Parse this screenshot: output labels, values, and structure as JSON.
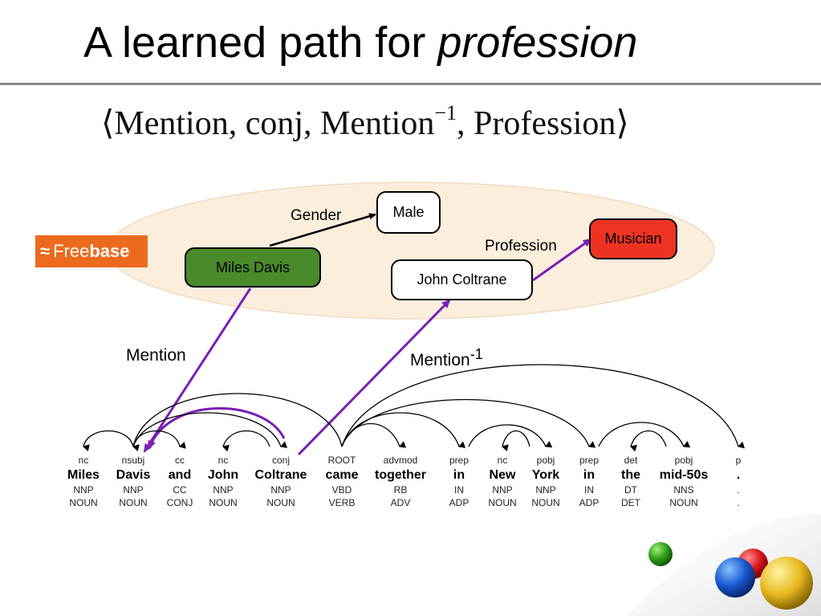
{
  "title": {
    "text": "A learned path for ",
    "italic": "profession"
  },
  "formula": {
    "left": "⟨Mention, conj, Mention",
    "sup": "−1",
    "right": ", Profession⟩"
  },
  "freebase": {
    "mark": "≈",
    "free": "Free",
    "base": "base"
  },
  "kb_nodes": {
    "miles_davis": {
      "label": "Miles Davis",
      "color": "#4a8a2a"
    },
    "male": {
      "label": "Male"
    },
    "john_coltrane": {
      "label": "John Coltrane"
    },
    "musician": {
      "label": "Musician",
      "color": "#ee3322"
    }
  },
  "kb_edges": {
    "gender": "Gender",
    "profession": "Profession"
  },
  "mentions": {
    "mention": "Mention",
    "mention_inv": "Mention",
    "mention_inv_sup": "-1"
  },
  "colors": {
    "path": "#7a1fb5",
    "ellipse": "#fbeedd"
  },
  "tokens": [
    {
      "dep": "nc",
      "word": "Miles",
      "pos": "NNP",
      "upos": "NOUN"
    },
    {
      "dep": "nsubj",
      "word": "Davis",
      "pos": "NNP",
      "upos": "NOUN"
    },
    {
      "dep": "cc",
      "word": "and",
      "pos": "CC",
      "upos": "CONJ"
    },
    {
      "dep": "nc",
      "word": "John",
      "pos": "NNP",
      "upos": "NOUN"
    },
    {
      "dep": "conj",
      "word": "Coltrane",
      "pos": "NNP",
      "upos": "NOUN"
    },
    {
      "dep": "ROOT",
      "word": "came",
      "pos": "VBD",
      "upos": "VERB"
    },
    {
      "dep": "advmod",
      "word": "together",
      "pos": "RB",
      "upos": "ADV"
    },
    {
      "dep": "prep",
      "word": "in",
      "pos": "IN",
      "upos": "ADP"
    },
    {
      "dep": "nc",
      "word": "New",
      "pos": "NNP",
      "upos": "NOUN"
    },
    {
      "dep": "pobj",
      "word": "York",
      "pos": "NNP",
      "upos": "NOUN"
    },
    {
      "dep": "prep",
      "word": "in",
      "pos": "IN",
      "upos": "ADP"
    },
    {
      "dep": "det",
      "word": "the",
      "pos": "DT",
      "upos": "DET"
    },
    {
      "dep": "pobj",
      "word": "mid-50s",
      "pos": "NNS",
      "upos": "NOUN"
    },
    {
      "dep": "p",
      "word": ".",
      "pos": ".",
      "upos": "."
    }
  ]
}
